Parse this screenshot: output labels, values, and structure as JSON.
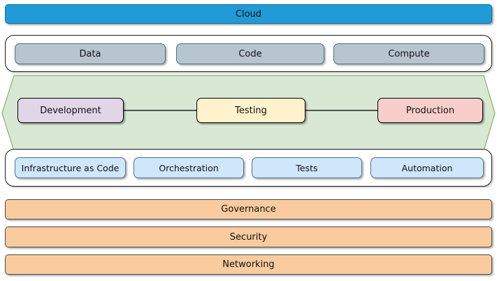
{
  "cloud": {
    "label": "Cloud",
    "fill": "#209bd8"
  },
  "resources_row": {
    "fill": "#b7c5cf",
    "border_color": "#50717f",
    "items": [
      {
        "label": "Data"
      },
      {
        "label": "Code"
      },
      {
        "label": "Compute"
      }
    ]
  },
  "pipeline_band": {
    "shape": "hexagon",
    "fill": "#d9e8d4",
    "border_color": "#82b366",
    "connector_color": "#000000",
    "stages": [
      {
        "label": "Development",
        "fill": "#e1d5e7"
      },
      {
        "label": "Testing",
        "fill": "#fff2cc"
      },
      {
        "label": "Production",
        "fill": "#f8cecc"
      }
    ]
  },
  "tooling_row": {
    "fill": "#cfe6fb",
    "border_color": "#54718f",
    "items": [
      {
        "label": "Infrastructure as Code"
      },
      {
        "label": "Orchestration"
      },
      {
        "label": "Tests"
      },
      {
        "label": "Automation"
      }
    ]
  },
  "foundation_layers": {
    "fill": "#f9cb9e",
    "items": [
      {
        "label": "Governance"
      },
      {
        "label": "Security"
      },
      {
        "label": "Networking"
      }
    ]
  }
}
